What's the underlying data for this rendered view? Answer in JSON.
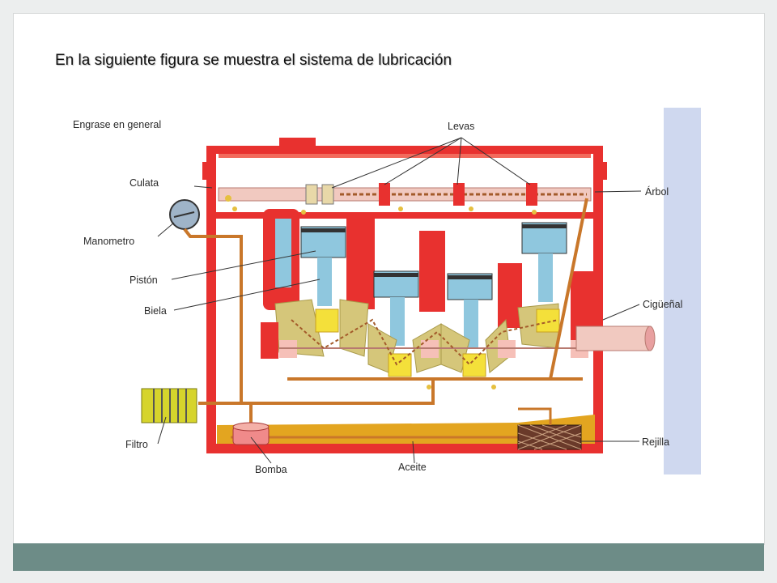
{
  "slide": {
    "title": "En la siguiente figura se muestra el sistema de lubricación"
  },
  "diagram": {
    "labels": {
      "engrase": "Engrase en general",
      "levas": "Levas",
      "culata": "Culata",
      "arbol": "Árbol",
      "manometro": "Manometro",
      "piston": "Pistón",
      "biela": "Biela",
      "ciguenal": "Cigüeñal",
      "filtro": "Filtro",
      "bomba": "Bomba",
      "aceite": "Aceite",
      "rejilla": "Rejilla"
    },
    "colors": {
      "engine_block": "#e8312f",
      "oil": "#e3a520",
      "oil_line": "#c9772a",
      "piston": "#8fc7de",
      "crank_web": "#d5c67a",
      "bearing": "#f4e03a",
      "filter": "#d6d42c",
      "pump": "#f08a8a",
      "background_strip": "#cfd8ef"
    }
  }
}
